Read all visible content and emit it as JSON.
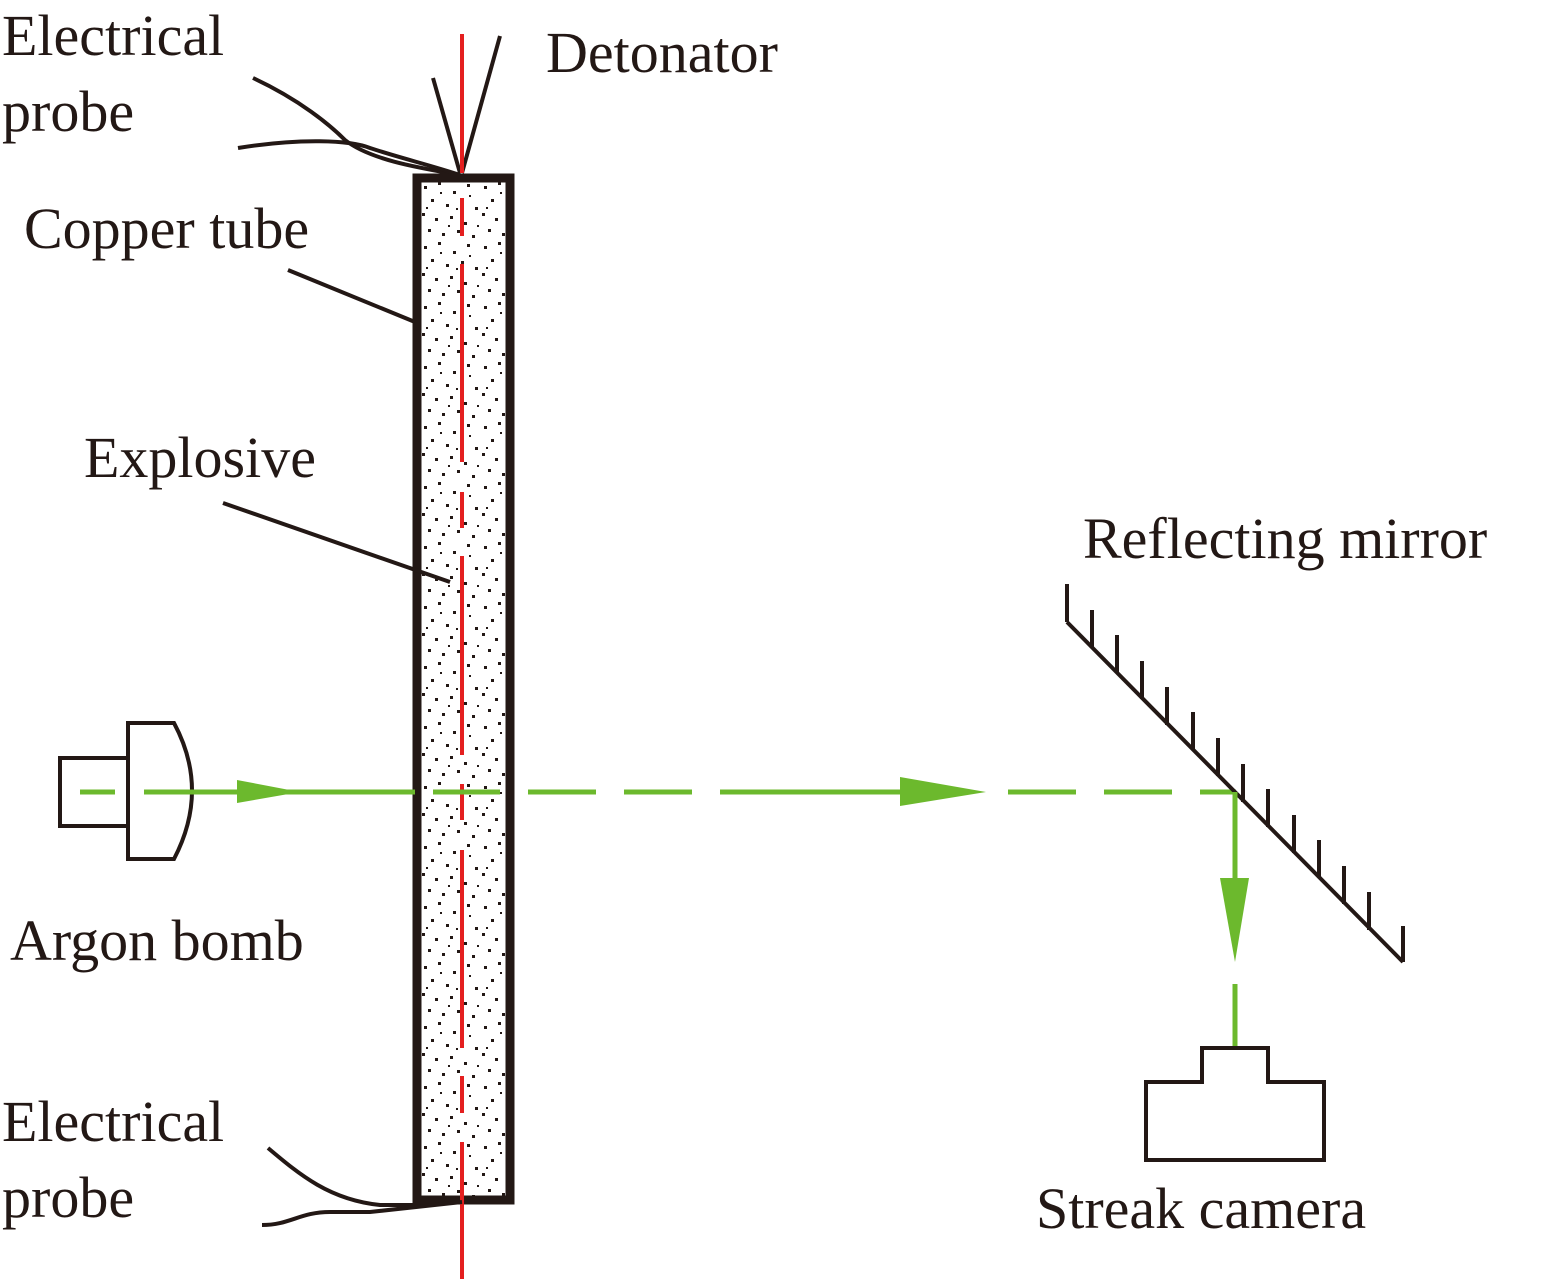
{
  "title": "Experimental setup for explosive-driven copper tube with streak camera",
  "labels": {
    "electrical_probe_top": [
      "Electrical",
      "probe"
    ],
    "detonator": "Detonator",
    "copper_tube": "Copper tube",
    "explosive": "Explosive",
    "argon_bomb": "Argon bomb",
    "reflecting_mirror": "Reflecting mirror",
    "electrical_probe_bottom": [
      "Electrical",
      "probe"
    ],
    "streak_camera": "Streak camera"
  },
  "colors": {
    "ink": "#231815",
    "light_beam": "#6cb92d",
    "center_axis": "#e41f1f",
    "background": "#ffffff"
  }
}
